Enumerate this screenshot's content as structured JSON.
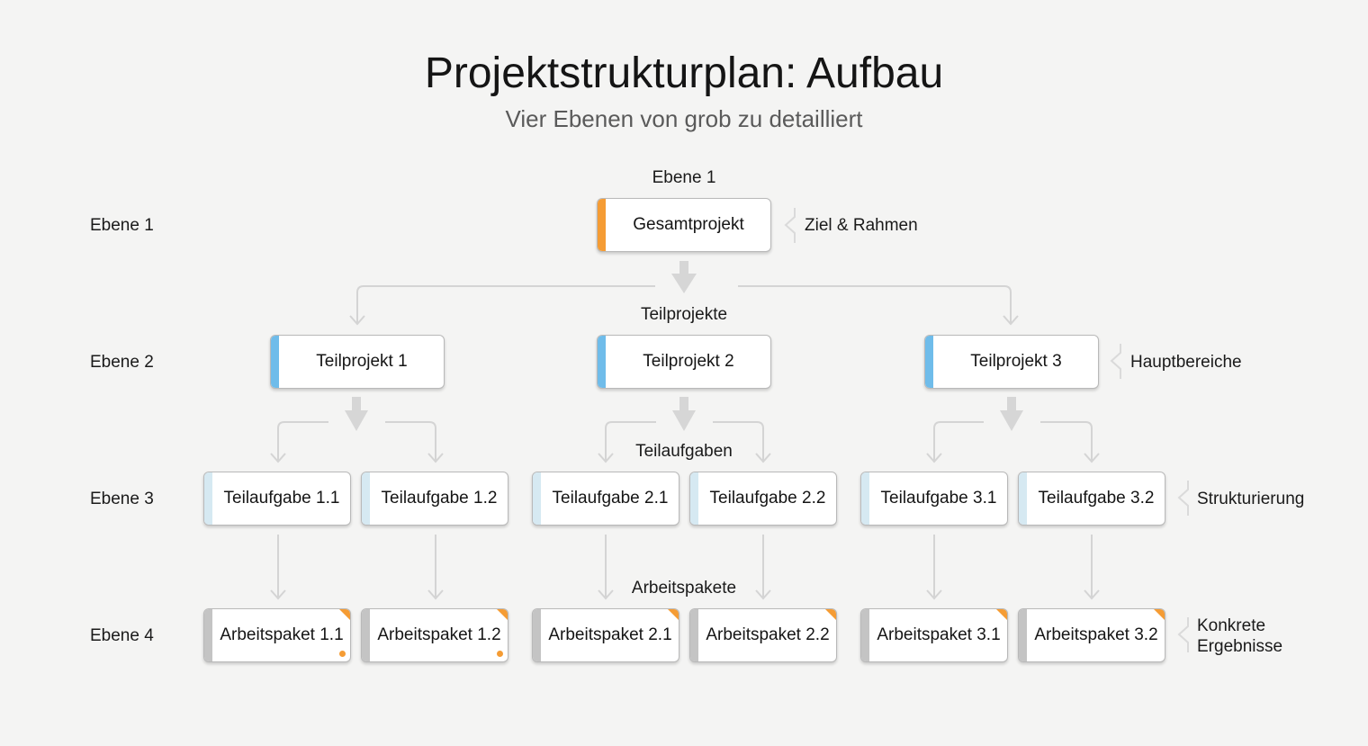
{
  "header": {
    "title": "Projektstrukturplan: Aufbau",
    "subtitle": "Vier Ebenen von grob zu detailliert"
  },
  "levels": [
    {
      "label": "Ebene 1"
    },
    {
      "label": "Ebene 2"
    },
    {
      "label": "Ebene 3"
    },
    {
      "label": "Ebene 4"
    }
  ],
  "captions": {
    "level1": "Ebene 1",
    "level2": "Teilprojekte",
    "level3": "Teilaufgaben",
    "level4": "Arbeitspakete"
  },
  "notes": {
    "level1": "Ziel & Rahmen",
    "level2": "Hauptbereiche",
    "level3": "Strukturierung",
    "level4_line1": "Konkrete",
    "level4_line2": "Ergebnisse"
  },
  "colors": {
    "level1_accent": "#f59c34",
    "level2_accent": "#6fbcea",
    "level3_accent": "#d6e9f2",
    "level4_accent": "#c4c4c4",
    "corner_marker": "#f59c34",
    "connector": "#d4d4d4",
    "background": "#f4f4f3"
  },
  "root": {
    "label": "Gesamtprojekt"
  },
  "teilprojekte": [
    {
      "label": "Teilprojekt 1"
    },
    {
      "label": "Teilprojekt 2"
    },
    {
      "label": "Teilprojekt 3"
    }
  ],
  "teilaufgaben": [
    {
      "label": "Teilaufgabe 1.1"
    },
    {
      "label": "Teilaufgabe 1.2"
    },
    {
      "label": "Teilaufgabe 2.1"
    },
    {
      "label": "Teilaufgabe 2.2"
    },
    {
      "label": "Teilaufgabe 3.1"
    },
    {
      "label": "Teilaufgabe 3.2"
    }
  ],
  "arbeitspakete": [
    {
      "label": "Arbeitspaket 1.1",
      "dot": true
    },
    {
      "label": "Arbeitspaket 1.2",
      "dot": true
    },
    {
      "label": "Arbeitspaket 2.1",
      "dot": false
    },
    {
      "label": "Arbeitspaket 2.2",
      "dot": false
    },
    {
      "label": "Arbeitspaket 3.1",
      "dot": false
    },
    {
      "label": "Arbeitspaket 3.2",
      "dot": false
    }
  ]
}
